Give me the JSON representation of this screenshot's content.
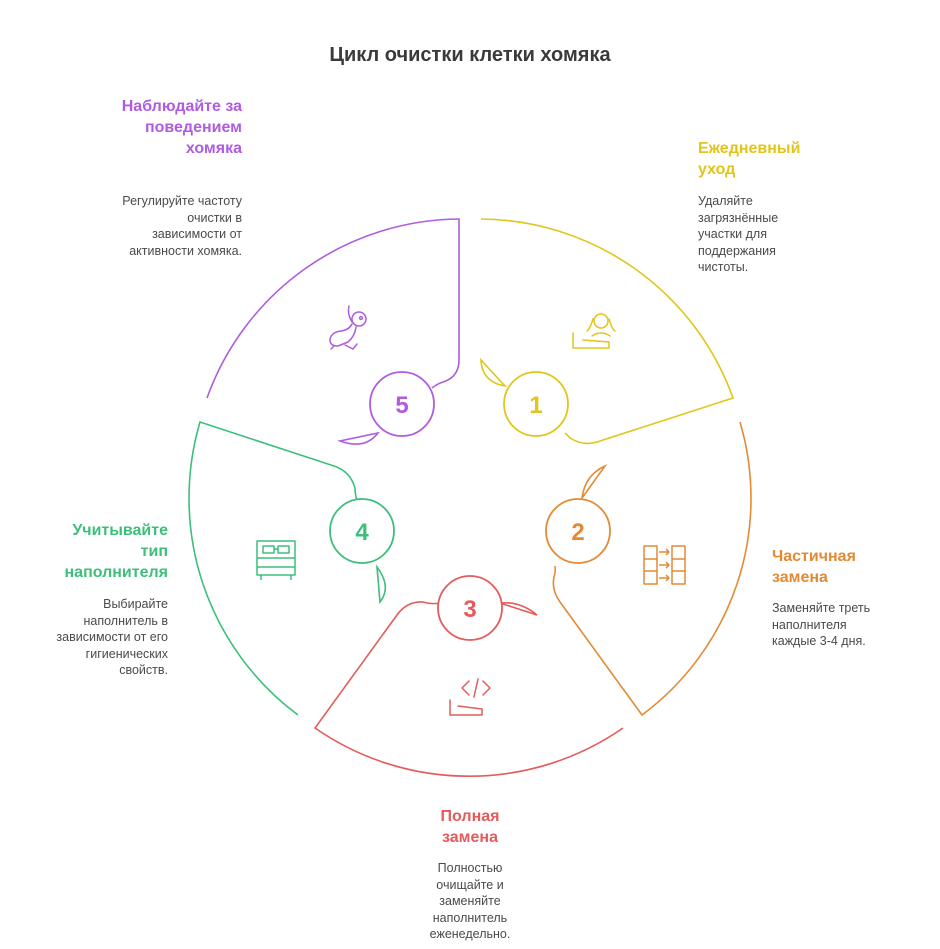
{
  "title": "Цикл очистки клетки хомяка",
  "steps": [
    {
      "number": "1",
      "title": "Ежедневный уход",
      "description": "Удаляйте загрязнённые участки для поддержания чистоты.",
      "color": "#e2c51a",
      "icon": "person-cleaning-icon"
    },
    {
      "number": "2",
      "title": "Частичная замена",
      "description": "Заменяйте треть наполнителя каждые 3-4 дня.",
      "color": "#e38a35",
      "icon": "partial-replace-icon"
    },
    {
      "number": "3",
      "title": "Полная замена",
      "description": "Полностью очищайте и заменяйте наполнитель еженедельно.",
      "color": "#e45b5b",
      "icon": "code-hand-icon"
    },
    {
      "number": "4",
      "title": "Учитывайте тип наполнителя",
      "description": "Выбирайте наполнитель в зависимости от его гигиенических свойств.",
      "color": "#3dbf7b",
      "icon": "bed-icon"
    },
    {
      "number": "5",
      "title": "Наблюдайте за поведением хомяка",
      "description": "Регулируйте частоту очистки в зависимости от активности хомяка.",
      "color": "#b05ce0",
      "icon": "rabbit-icon"
    }
  ]
}
